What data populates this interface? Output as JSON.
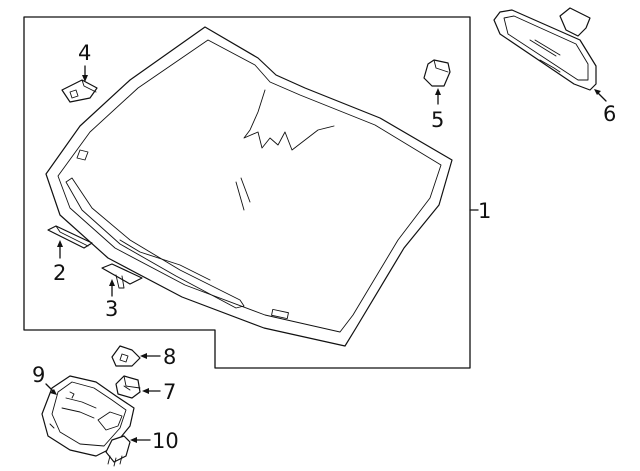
{
  "callouts": {
    "c1": "1",
    "c2": "2",
    "c3": "3",
    "c4": "4",
    "c5": "5",
    "c6": "6",
    "c7": "7",
    "c8": "8",
    "c9": "9",
    "c10": "10"
  },
  "parts": [
    {
      "callout": "1",
      "icon": "windshield-glass-icon"
    },
    {
      "callout": "2",
      "icon": "molding-strip-icon"
    },
    {
      "callout": "3",
      "icon": "mounting-bracket-icon"
    },
    {
      "callout": "4",
      "icon": "sensor-clip-icon"
    },
    {
      "callout": "5",
      "icon": "mirror-button-icon"
    },
    {
      "callout": "6",
      "icon": "rearview-mirror-icon"
    },
    {
      "callout": "7",
      "icon": "retainer-clip-icon"
    },
    {
      "callout": "8",
      "icon": "bracket-clip-icon"
    },
    {
      "callout": "9",
      "icon": "sensor-housing-cover-icon"
    },
    {
      "callout": "10",
      "icon": "fastener-clip-icon"
    }
  ],
  "colors": {
    "line": "#111111",
    "background": "#ffffff"
  }
}
